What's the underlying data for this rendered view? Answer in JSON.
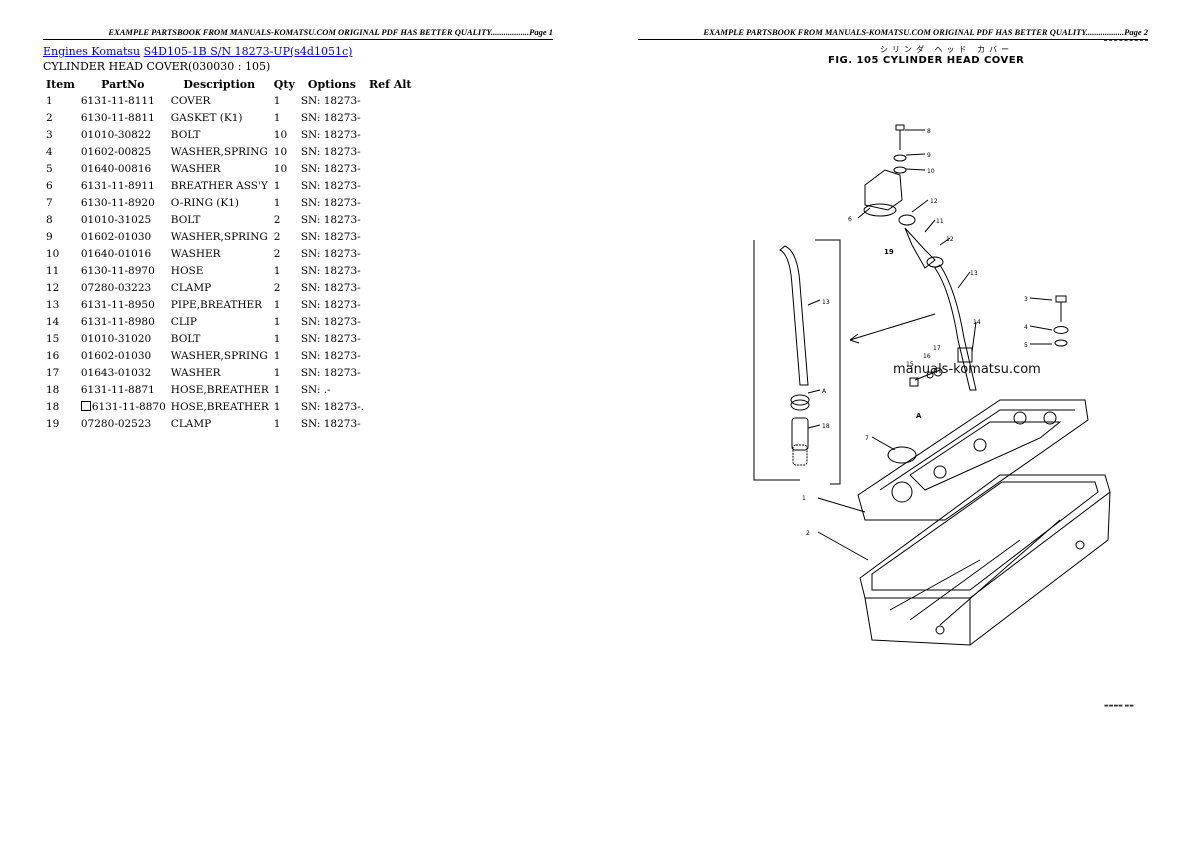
{
  "header": {
    "page1": "EXAMPLE PARTSBOOK FROM MANUALS-KOMATSU.COM ORIGINAL PDF HAS BETTER QUALITY..................Page 1",
    "page2": "EXAMPLE PARTSBOOK FROM MANUALS-KOMATSU.COM ORIGINAL PDF HAS BETTER QUALITY..................Page 2"
  },
  "breadcrumb": {
    "link1": "Engines Komatsu",
    "link2": "S4D105-1B S/N  18273-UP(s4d1051c)"
  },
  "subtitle": "CYLINDER HEAD COVER(030030 : 105)",
  "table": {
    "headers": [
      "Item",
      "PartNo",
      "Description",
      "Qty",
      "Options",
      "Ref Alt"
    ],
    "rows": [
      {
        "item": "1",
        "part": "6131-11-8111",
        "desc": "COVER",
        "qty": "1",
        "opt": "SN: 18273-",
        "alt": ""
      },
      {
        "item": "2",
        "part": "6130-11-8811",
        "desc": "GASKET (K1)",
        "qty": "1",
        "opt": "SN: 18273-",
        "alt": ""
      },
      {
        "item": "3",
        "part": "01010-30822",
        "desc": "BOLT",
        "qty": "10",
        "opt": "SN: 18273-",
        "alt": ""
      },
      {
        "item": "4",
        "part": "01602-00825",
        "desc": "WASHER,SPRING",
        "qty": "10",
        "opt": "SN: 18273-",
        "alt": ""
      },
      {
        "item": "5",
        "part": "01640-00816",
        "desc": "WASHER",
        "qty": "10",
        "opt": "SN: 18273-",
        "alt": ""
      },
      {
        "item": "6",
        "part": "6131-11-8911",
        "desc": "BREATHER ASS'Y",
        "qty": "1",
        "opt": "SN: 18273-",
        "alt": ""
      },
      {
        "item": "7",
        "part": "6130-11-8920",
        "desc": "O-RING (K1)",
        "qty": "1",
        "opt": "SN: 18273-",
        "alt": ""
      },
      {
        "item": "8",
        "part": "01010-31025",
        "desc": "BOLT",
        "qty": "2",
        "opt": "SN: 18273-",
        "alt": ""
      },
      {
        "item": "9",
        "part": "01602-01030",
        "desc": "WASHER,SPRING",
        "qty": "2",
        "opt": "SN: 18273-",
        "alt": ""
      },
      {
        "item": "10",
        "part": "01640-01016",
        "desc": "WASHER",
        "qty": "2",
        "opt": "SN: 18273-",
        "alt": ""
      },
      {
        "item": "11",
        "part": "6130-11-8970",
        "desc": "HOSE",
        "qty": "1",
        "opt": "SN: 18273-",
        "alt": ""
      },
      {
        "item": "12",
        "part": "07280-03223",
        "desc": "CLAMP",
        "qty": "2",
        "opt": "SN: 18273-",
        "alt": ""
      },
      {
        "item": "13",
        "part": "6131-11-8950",
        "desc": "PIPE,BREATHER",
        "qty": "1",
        "opt": "SN: 18273-",
        "alt": ""
      },
      {
        "item": "14",
        "part": "6131-11-8980",
        "desc": "CLIP",
        "qty": "1",
        "opt": "SN: 18273-",
        "alt": ""
      },
      {
        "item": "15",
        "part": "01010-31020",
        "desc": "BOLT",
        "qty": "1",
        "opt": "SN: 18273-",
        "alt": ""
      },
      {
        "item": "16",
        "part": "01602-01030",
        "desc": "WASHER,SPRING",
        "qty": "1",
        "opt": "SN: 18273-",
        "alt": ""
      },
      {
        "item": "17",
        "part": "01643-01032",
        "desc": "WASHER",
        "qty": "1",
        "opt": "SN: 18273-",
        "alt": ""
      },
      {
        "item": "18",
        "part": "6131-11-8871",
        "desc": "HOSE,BREATHER",
        "qty": "1",
        "opt": "SN: .-",
        "alt": "",
        "ref": false
      },
      {
        "item": "18",
        "part": "6131-11-8870",
        "desc": "HOSE,BREATHER",
        "qty": "1",
        "opt": "SN: 18273-.",
        "alt": "",
        "ref": true
      },
      {
        "item": "19",
        "part": "07280-02523",
        "desc": "CLAMP",
        "qty": "1",
        "opt": "SN: 18273-",
        "alt": ""
      }
    ]
  },
  "figure": {
    "title": "FIG. 105  CYLINDER HEAD COVER",
    "title_jp": "シリンダ ヘッド カバー",
    "watermark": "manuals-komatsu.com",
    "callouts": [
      "1",
      "2",
      "3",
      "4",
      "5",
      "6",
      "7",
      "8",
      "9",
      "10",
      "11",
      "12",
      "12",
      "13",
      "13",
      "14",
      "15",
      "16",
      "17",
      "18",
      "19",
      "A",
      "A"
    ],
    "colors": {
      "line": "#000000",
      "link": "#0000ee"
    }
  }
}
